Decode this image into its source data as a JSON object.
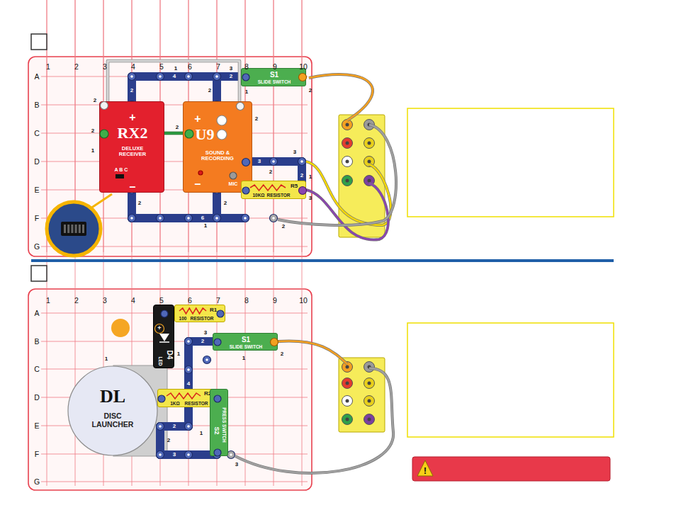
{
  "diagram": {
    "nodes": [
      {
        "text": [
          "+",
          "RX2",
          "DELUXE RECEIVER",
          "A B C",
          "–"
        ]
      },
      {
        "text": [
          "+",
          "U9",
          "SOUND & RECORDING",
          "–",
          "MIC"
        ]
      },
      {
        "text": [
          "S1",
          "SLIDE SWITCH"
        ]
      },
      {
        "text": [
          "R5",
          "10KΩ",
          "RESISTOR"
        ]
      },
      {
        "text": [
          "R1",
          "100",
          "RESISTOR"
        ]
      },
      {
        "text": [
          "+",
          "D4",
          "LED"
        ]
      },
      {
        "text": [
          "S1",
          "SLIDE SWITCH"
        ]
      },
      {
        "text": [
          "R2",
          "1KΩ",
          "RESISTOR"
        ]
      },
      {
        "text": [
          "S2",
          "PRESS SWITCH"
        ]
      },
      {
        "text": [
          "DL",
          "DISC LAUNCHER"
        ]
      }
    ],
    "edges": [
      {
        "from": 0,
        "to": 1,
        "arrow": "none"
      },
      {
        "from": 0,
        "to": 1,
        "arrow": "none"
      }
    ],
    "labels": [
      "1",
      "2",
      "3",
      "4",
      "5",
      "6",
      "7",
      "8",
      "9",
      "10",
      "A",
      "B",
      "C",
      "D",
      "E",
      "F",
      "G",
      "1",
      "2",
      "3",
      "4",
      "5",
      "6",
      "7",
      "8",
      "9",
      "10",
      "A",
      "B",
      "C",
      "D",
      "E",
      "F",
      "G",
      "2",
      "2",
      "1",
      "2",
      "1",
      "4",
      "3",
      "2",
      "2",
      "2",
      "1",
      "2",
      "2",
      "3",
      "2",
      "3",
      "2",
      "1",
      "3",
      "2",
      "2",
      "6",
      "1",
      "2",
      "1",
      "3",
      "2",
      "1",
      "1",
      "2",
      "4",
      "2",
      "2",
      "1",
      "3",
      "3",
      "!"
    ]
  }
}
